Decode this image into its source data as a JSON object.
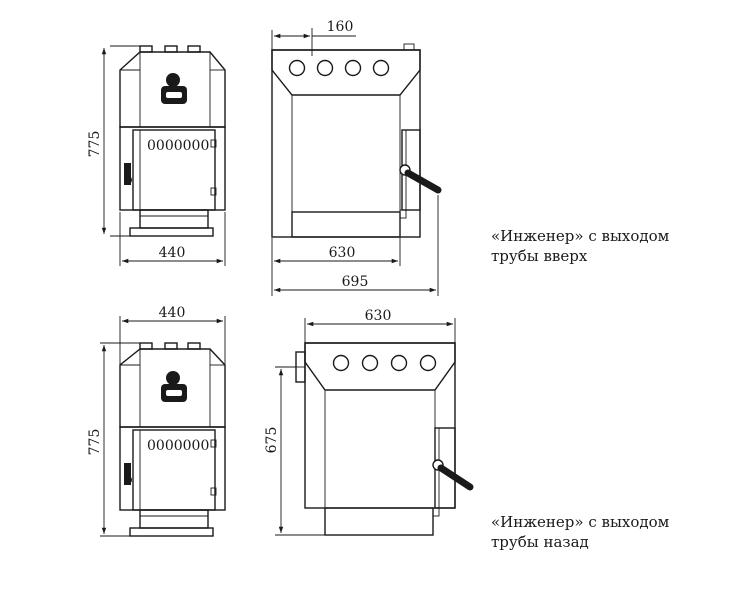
{
  "top": {
    "front": {
      "height_label": "775",
      "width_label": "440",
      "door_slots": "0000000"
    },
    "side": {
      "pipe_offset_label": "160",
      "body_width_label": "630",
      "total_width_label": "695"
    },
    "caption": [
      "«Инженер» с выходом",
      "трубы вверх"
    ]
  },
  "bottom": {
    "front": {
      "width_label": "440",
      "height_label": "775",
      "door_slots": "0000000"
    },
    "side": {
      "body_width_label": "630",
      "height_label": "675"
    },
    "caption": [
      "«Инженер» с выходом",
      "трубы назад"
    ]
  }
}
